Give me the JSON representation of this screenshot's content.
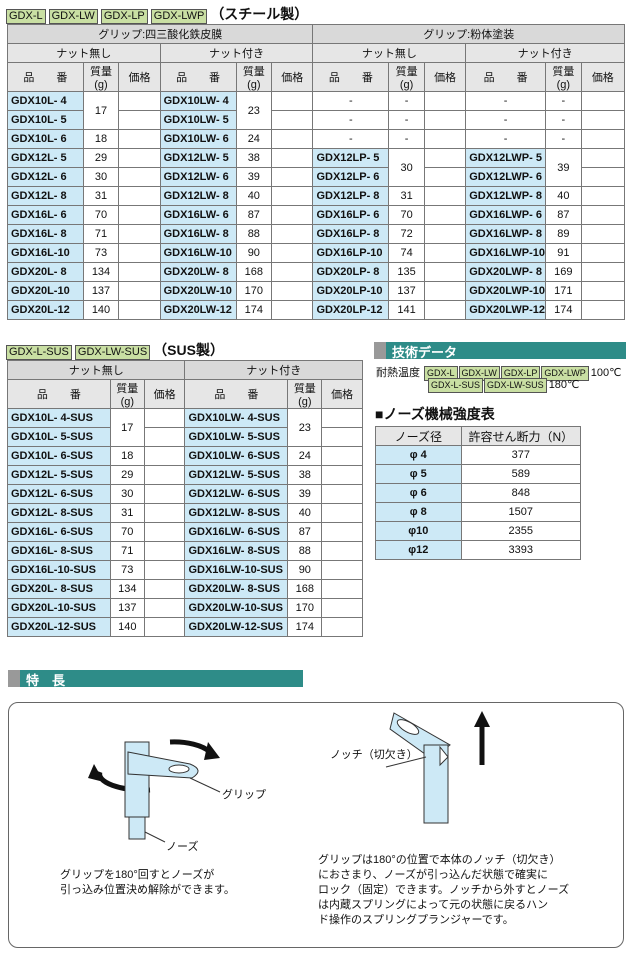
{
  "top_tags": [
    "GDX-L",
    "GDX-LW",
    "GDX-LP",
    "GDX-LWP"
  ],
  "top_title": "（スチール製）",
  "top_groups": [
    "グリップ:四三酸化鉄皮膜",
    "グリップ:粉体塗装"
  ],
  "sub_groups": [
    "ナット無し",
    "ナット付き",
    "ナット無し",
    "ナット付き"
  ],
  "col_hdr": {
    "part": "品　　番",
    "mass": "質量(g)",
    "price": "価格"
  },
  "top_rows": [
    [
      "GDX10L- 4",
      "17",
      "GDX10LW- 4",
      "23",
      "-",
      "-",
      "-",
      "-"
    ],
    [
      "GDX10L- 5",
      "",
      "GDX10LW- 5",
      "",
      "-",
      "-",
      "-",
      "-"
    ],
    [
      "GDX10L- 6",
      "18",
      "GDX10LW- 6",
      "24",
      "-",
      "-",
      "-",
      "-"
    ],
    [
      "GDX12L- 5",
      "29",
      "GDX12LW- 5",
      "38",
      "GDX12LP- 5",
      "30",
      "GDX12LWP- 5",
      "39"
    ],
    [
      "GDX12L- 6",
      "30",
      "GDX12LW- 6",
      "39",
      "GDX12LP- 6",
      "",
      "GDX12LWP- 6",
      ""
    ],
    [
      "GDX12L- 8",
      "31",
      "GDX12LW- 8",
      "40",
      "GDX12LP- 8",
      "31",
      "GDX12LWP- 8",
      "40"
    ],
    [
      "GDX16L- 6",
      "70",
      "GDX16LW- 6",
      "87",
      "GDX16LP- 6",
      "70",
      "GDX16LWP- 6",
      "87"
    ],
    [
      "GDX16L- 8",
      "71",
      "GDX16LW- 8",
      "88",
      "GDX16LP- 8",
      "72",
      "GDX16LWP- 8",
      "89"
    ],
    [
      "GDX16L-10",
      "73",
      "GDX16LW-10",
      "90",
      "GDX16LP-10",
      "74",
      "GDX16LWP-10",
      "91"
    ],
    [
      "GDX20L- 8",
      "134",
      "GDX20LW- 8",
      "168",
      "GDX20LP- 8",
      "135",
      "GDX20LWP- 8",
      "169"
    ],
    [
      "GDX20L-10",
      "137",
      "GDX20LW-10",
      "170",
      "GDX20LP-10",
      "137",
      "GDX20LWP-10",
      "171"
    ],
    [
      "GDX20L-12",
      "140",
      "GDX20LW-12",
      "174",
      "GDX20LP-12",
      "141",
      "GDX20LWP-12",
      "174"
    ]
  ],
  "sus_tags": [
    "GDX-L-SUS",
    "GDX-LW-SUS"
  ],
  "sus_title": "（SUS製）",
  "sus_groups": [
    "ナット無し",
    "ナット付き"
  ],
  "sus_rows": [
    [
      "GDX10L- 4-SUS",
      "17",
      "GDX10LW- 4-SUS",
      "23"
    ],
    [
      "GDX10L- 5-SUS",
      "",
      "GDX10LW- 5-SUS",
      ""
    ],
    [
      "GDX10L- 6-SUS",
      "18",
      "GDX10LW- 6-SUS",
      "24"
    ],
    [
      "GDX12L- 5-SUS",
      "29",
      "GDX12LW- 5-SUS",
      "38"
    ],
    [
      "GDX12L- 6-SUS",
      "30",
      "GDX12LW- 6-SUS",
      "39"
    ],
    [
      "GDX12L- 8-SUS",
      "31",
      "GDX12LW- 8-SUS",
      "40"
    ],
    [
      "GDX16L- 6-SUS",
      "70",
      "GDX16LW- 6-SUS",
      "87"
    ],
    [
      "GDX16L- 8-SUS",
      "71",
      "GDX16LW- 8-SUS",
      "88"
    ],
    [
      "GDX16L-10-SUS",
      "73",
      "GDX16LW-10-SUS",
      "90"
    ],
    [
      "GDX20L- 8-SUS",
      "134",
      "GDX20LW- 8-SUS",
      "168"
    ],
    [
      "GDX20L-10-SUS",
      "137",
      "GDX20LW-10-SUS",
      "170"
    ],
    [
      "GDX20L-12-SUS",
      "140",
      "GDX20LW-12-SUS",
      "174"
    ]
  ],
  "tech": {
    "bar": "技術データ",
    "heat_label": "耐熱温度",
    "heat_tags1": [
      "GDX-L",
      "GDX-LW",
      "GDX-LP",
      "GDX-LWP"
    ],
    "heat_val1": "100℃",
    "heat_tags2": [
      "GDX-L-SUS",
      "GDX-LW-SUS"
    ],
    "heat_val2": "180℃"
  },
  "strength": {
    "title": "■ノーズ機械強度表",
    "hdr": [
      "ノーズ径",
      "許容せん断力（N）"
    ],
    "rows": [
      [
        "φ 4",
        "377"
      ],
      [
        "φ 5",
        "589"
      ],
      [
        "φ 6",
        "848"
      ],
      [
        "φ 8",
        "1507"
      ],
      [
        "φ10",
        "2355"
      ],
      [
        "φ12",
        "3393"
      ]
    ]
  },
  "features": {
    "bar": "特　長",
    "grip_label": "グリップ",
    "nose_label": "ノーズ",
    "notch_label": "ノッチ（切欠き）",
    "note_left": [
      "グリップを180°回すとノーズが",
      "引っ込み位置決め解除ができます。"
    ],
    "note_right": [
      "グリップは180°の位置で本体のノッチ（切欠き）",
      "におさまり、ノーズが引っ込んだ状態で確実に",
      "ロック（固定）できます。ノッチから外すとノーズ",
      "は内蔵スプリングによって元の状態に戻るハン",
      "ド操作のスプリングプランジャーです。"
    ]
  }
}
